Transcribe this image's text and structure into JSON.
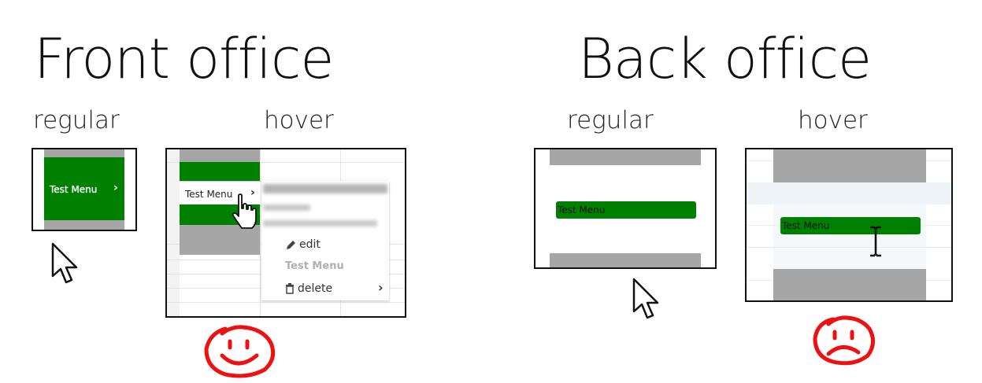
{
  "front_office": {
    "title": "Front office",
    "regular": {
      "label": "regular",
      "menu_label": "Test Menu",
      "arrow": "›"
    },
    "hover": {
      "label": "hover",
      "menu_label": "Test Menu",
      "arrow": "›",
      "context_menu": {
        "edit_label": "edit",
        "item_label": "Test Menu",
        "delete_label": "delete",
        "delete_arrow": "›"
      }
    },
    "verdict_icon": "happy-face-icon"
  },
  "back_office": {
    "title": "Back office",
    "regular": {
      "label": "regular",
      "menu_label": "Test Menu"
    },
    "hover": {
      "label": "hover",
      "menu_label": "Test Menu"
    },
    "verdict_icon": "sad-face-icon"
  },
  "colors": {
    "menu_green": "#008000",
    "bar_grey": "#a6a6a6",
    "doodle_red": "#ee1111"
  }
}
